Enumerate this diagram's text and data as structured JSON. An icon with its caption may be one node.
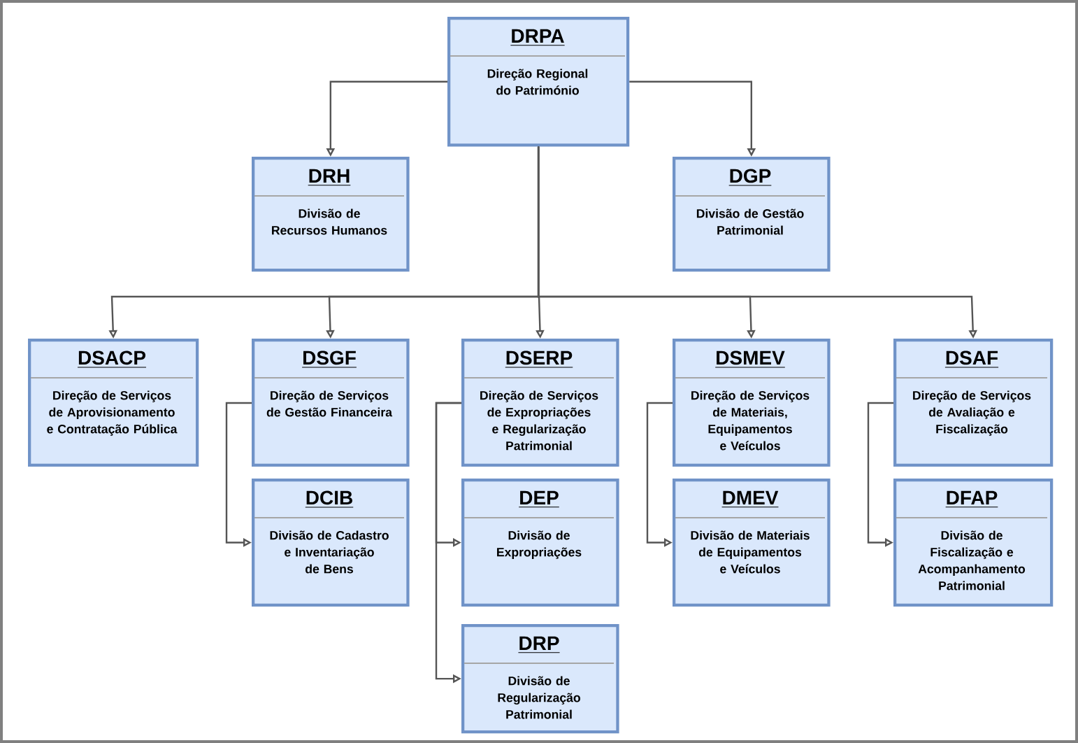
{
  "diagram": {
    "nodes": [
      {
        "text": [
          "DRPA",
          "Direção Regional do Património"
        ]
      },
      {
        "text": [
          "DRH",
          "Divisão de Recursos Humanos"
        ]
      },
      {
        "text": [
          "DGP",
          "Divisão de Gestão Patrimonial"
        ]
      },
      {
        "text": [
          "DSACP",
          "Direção de Serviços de Aprovisionamento e Contratação Pública"
        ]
      },
      {
        "text": [
          "DSGF",
          "Direção de Serviços de Gestão Financeira"
        ]
      },
      {
        "text": [
          "DSERP",
          "Direção de Serviços de Expropriações e Regularização Patrimonial"
        ]
      },
      {
        "text": [
          "DSMEV",
          "Direção de Serviços de Materiais, Equipamentos e Veículos"
        ]
      },
      {
        "text": [
          "DSAF",
          "Direção de Serviços de Avaliação e Fiscalização"
        ]
      },
      {
        "text": [
          "DCIB",
          "Divisão de Cadastro e Inventariação de Bens"
        ]
      },
      {
        "text": [
          "DEP",
          "Divisão de Expropriações"
        ]
      },
      {
        "text": [
          "DRP",
          "Divisão de Regularização Patrimonial"
        ]
      },
      {
        "text": [
          "DMEV",
          "Divisão de Materiais de Equipamentos e Veículos"
        ]
      },
      {
        "text": [
          "DFAP",
          "Divisão de Fiscalização e Acompanhamento Patrimonial"
        ]
      }
    ],
    "edges": [
      {
        "from": 0,
        "to": 1,
        "arrow": "to"
      },
      {
        "from": 0,
        "to": 2,
        "arrow": "to"
      },
      {
        "from": 0,
        "to": 3,
        "arrow": "to"
      },
      {
        "from": 0,
        "to": 4,
        "arrow": "to"
      },
      {
        "from": 0,
        "to": 5,
        "arrow": "to"
      },
      {
        "from": 0,
        "to": 6,
        "arrow": "to"
      },
      {
        "from": 0,
        "to": 7,
        "arrow": "to"
      },
      {
        "from": 4,
        "to": 8,
        "arrow": "to"
      },
      {
        "from": 5,
        "to": 9,
        "arrow": "to"
      },
      {
        "from": 5,
        "to": 10,
        "arrow": "to"
      },
      {
        "from": 6,
        "to": 11,
        "arrow": "to"
      },
      {
        "from": 7,
        "to": 12,
        "arrow": "to"
      }
    ]
  }
}
